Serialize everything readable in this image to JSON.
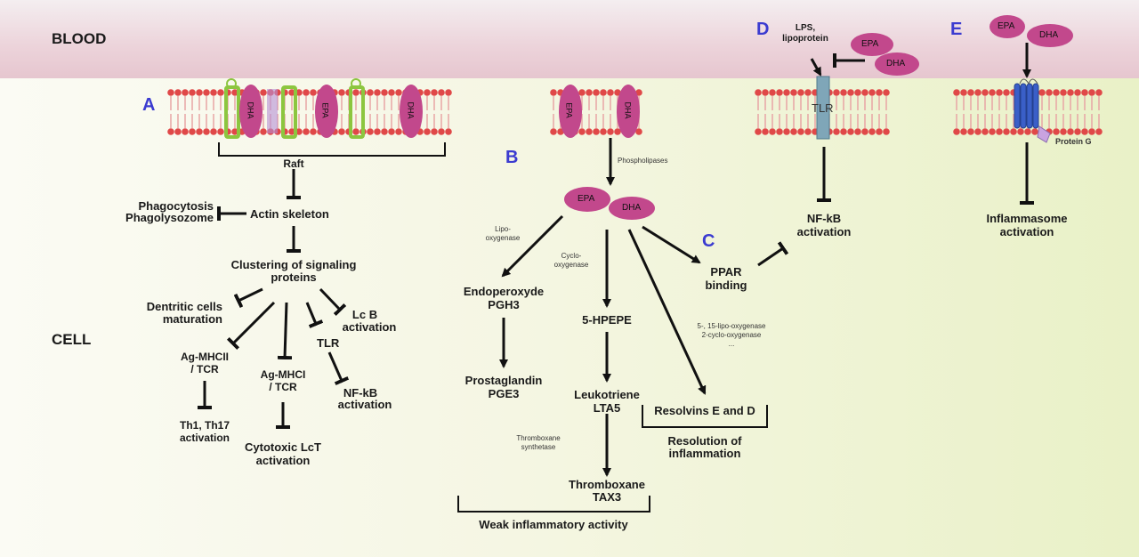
{
  "regions": {
    "blood": "BLOOD",
    "cell": "CELL"
  },
  "panels": {
    "a": "A",
    "b": "B",
    "c": "C",
    "d": "D",
    "e": "E"
  },
  "molecules": {
    "epa": "EPA",
    "dha": "DHA"
  },
  "panel_a": {
    "raft": "Raft",
    "phagocytosis": "Phagocytosis",
    "phagolysozome": "Phagolysozome",
    "actin": "Actin skeleton",
    "clustering_1": "Clustering of signaling",
    "clustering_2": "proteins",
    "dendritic_1": "Dentritic cells",
    "dendritic_2": "maturation",
    "lcb_1": "Lc B",
    "lcb_2": "activation",
    "tlr": "TLR",
    "mhcii_1": "Ag-MHCII",
    "mhcii_2": "/ TCR",
    "mhci_1": "Ag-MHCI",
    "mhci_2": "/ TCR",
    "nfkb_1": "NF-kB",
    "nfkb_2": "activation",
    "th_1": "Th1, Th17",
    "th_2": "activation",
    "cyto_1": "Cytotoxic LcT",
    "cyto_2": "activation"
  },
  "panel_b": {
    "phospholipases": "Phospholipases",
    "lipo_1": "Lipo-",
    "lipo_2": "oxygenase",
    "cyclo_1": "Cyclo-",
    "cyclo_2": "oxygenase",
    "endo_1": "Endoperoxyde",
    "endo_2": "PGH3",
    "hpepe": "5-HPEPE",
    "enz_1": "5-, 15-lipo-oxygenase",
    "enz_2": "2-cyclo-oxygenase",
    "enz_3": "...",
    "pg_1": "Prostaglandin",
    "pg_2": "PGE3",
    "lt_1": "Leukotriene",
    "lt_2": "LTA5",
    "resolvins": "Resolvins E and D",
    "resolution_1": "Resolution of",
    "resolution_2": "inflammation",
    "txs_1": "Thromboxane",
    "txs_2": "synthetase",
    "tx_1": "Thromboxane",
    "tx_2": "TAX3",
    "weak": "Weak inflammatory activity"
  },
  "panel_c": {
    "ppar_1": "PPAR",
    "ppar_2": "binding"
  },
  "panel_d": {
    "lps_1": "LPS,",
    "lps_2": "lipoprotein",
    "tlr": "TLR",
    "nfkb_1": "NF-kB",
    "nfkb_2": "activation"
  },
  "panel_e": {
    "protein_g": "Protein G",
    "inflammasome_1": "Inflammasome",
    "inflammasome_2": "activation"
  },
  "colors": {
    "molecule": "#c2488c",
    "receptor": "#7fa6b8",
    "gpcr": "#3a5fc8",
    "label": "#3b3bd0"
  }
}
